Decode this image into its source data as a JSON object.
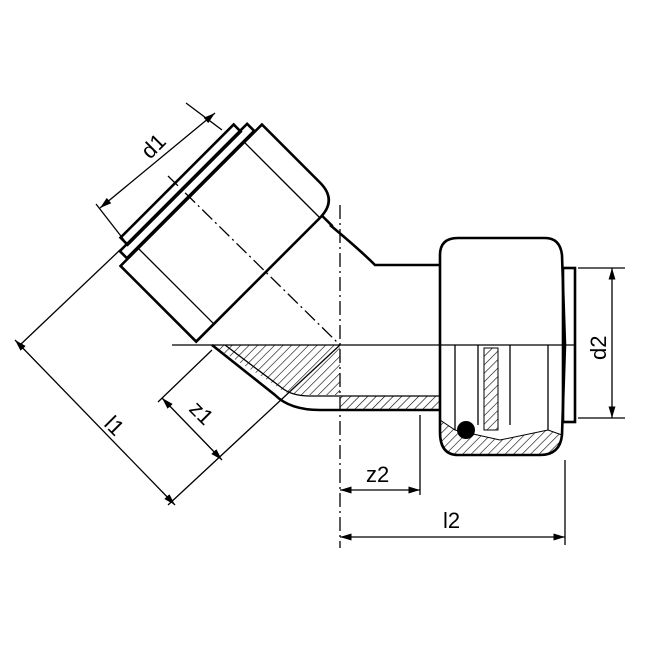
{
  "labels": {
    "d1": "d1",
    "d2": "d2",
    "l1": "l1",
    "l2": "l2",
    "z1": "z1",
    "z2": "z2"
  },
  "colors": {
    "line": "#000000",
    "background": "#ffffff"
  }
}
